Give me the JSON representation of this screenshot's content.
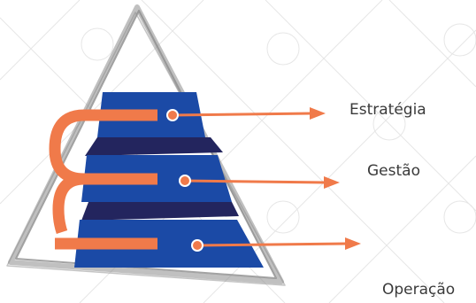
{
  "colors": {
    "tier": "#1b4aa6",
    "tier_shadow": "#23255e",
    "connector": "#f07a4a",
    "frame": "#8c8c8c",
    "watermark": "#e3e3e3",
    "label": "#3a3a3a"
  },
  "levels": [
    {
      "label": "Estratégia"
    },
    {
      "label": "Gestão"
    },
    {
      "label": "Operação"
    }
  ]
}
